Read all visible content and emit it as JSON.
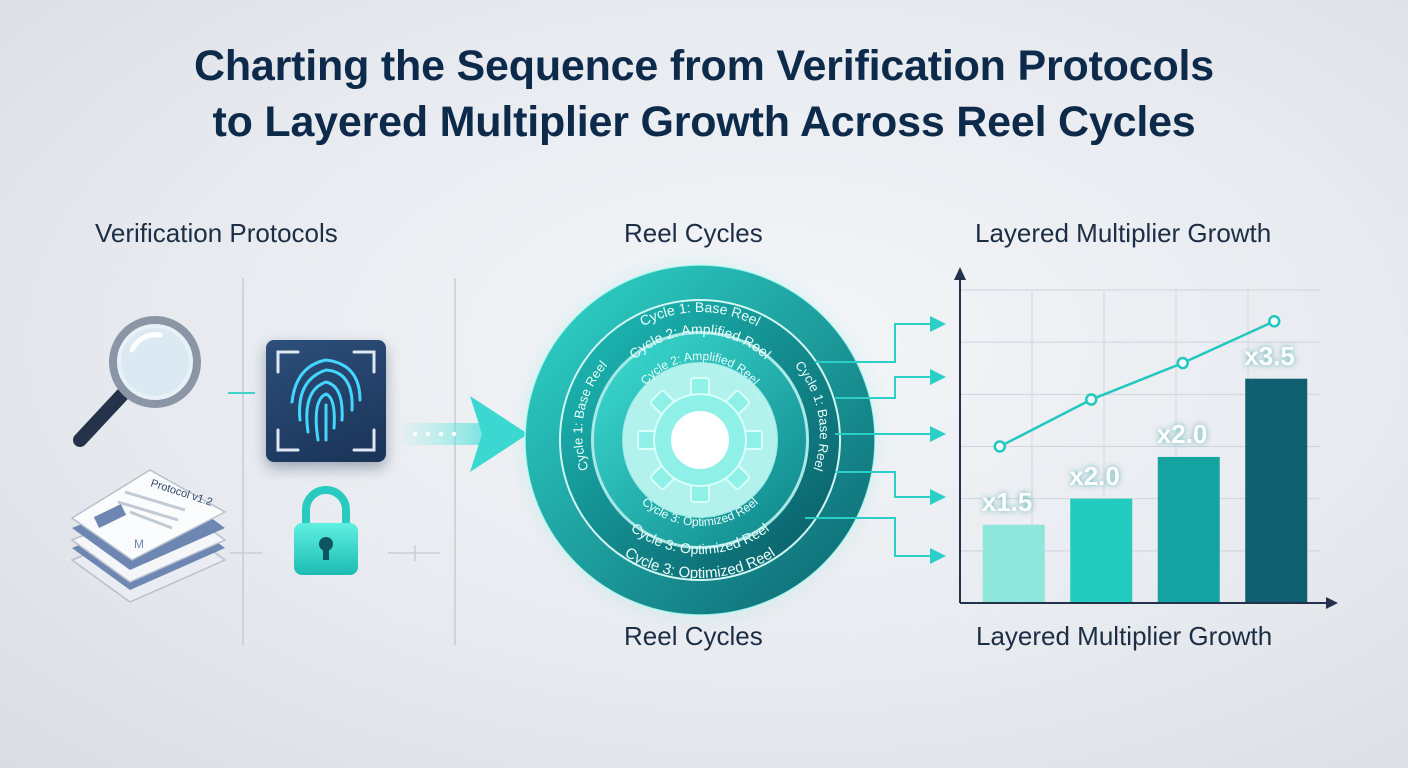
{
  "title": {
    "line1": "Charting the Sequence from Verification Protocols",
    "line2": "to Layered Multiplier Growth Across Reel Cycles"
  },
  "sections": {
    "verification": "Verification Protocols",
    "reel_top": "Reel Cycles",
    "reel_bottom": "Reel Cycles",
    "growth_top": "Layered Multiplier Growth",
    "growth_bottom": "Layered Multiplier Growth"
  },
  "document": {
    "label": "Protocol v1.2",
    "mark": "M"
  },
  "icons": [
    "magnifier-icon",
    "fingerprint-icon",
    "padlock-icon",
    "document-stack-icon",
    "gear-icon"
  ],
  "rings": {
    "outer_top": "Cycle 1: Base Reel",
    "outer_bottom": "Cycle 3: Optimized Reel",
    "middle_top": "Cycle 2: Amplified Reel",
    "middle_left": "Cycle 1: Base Reel",
    "middle_right": "Cycle 1: Base Reel",
    "middle_bottom": "Cycle 3: Optimized Reel",
    "inner_top": "Cycle 2: Amplified Reel",
    "inner_bottom": "Cycle 3: Optimized Reel"
  },
  "colors": {
    "navy": "#0d2a4a",
    "teal": "#1fbfb8",
    "cyan": "#3fe0dc",
    "dark_teal": "#0f5f70"
  },
  "chart_data": {
    "type": "bar",
    "categories": [
      "",
      "",
      "",
      ""
    ],
    "values": [
      1.5,
      2.0,
      2.8,
      4.3
    ],
    "data_labels": [
      "x1.5",
      "x2.0",
      "x2.0",
      "x3.5"
    ],
    "line_values": [
      3.0,
      3.9,
      4.6,
      5.4
    ],
    "bar_colors": [
      "#8fe6da",
      "#22cbbd",
      "#14a3a0",
      "#0f5f70"
    ],
    "ylim": [
      0,
      6
    ],
    "grid": true,
    "title": "",
    "xlabel": "",
    "ylabel": ""
  }
}
